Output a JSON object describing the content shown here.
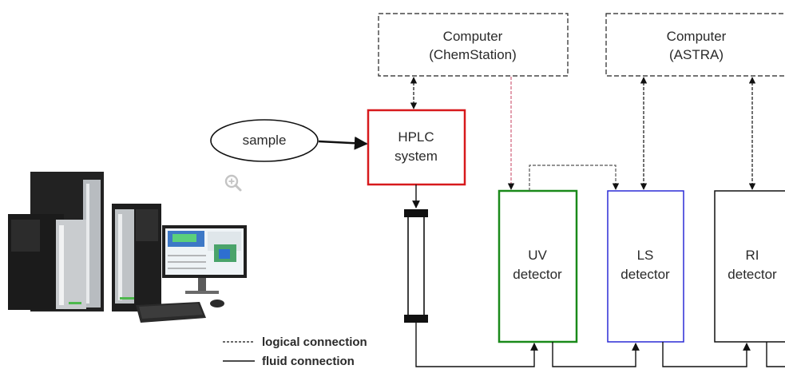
{
  "nodes": {
    "computer_chemstation": {
      "line1": "Computer",
      "line2": "(ChemStation)"
    },
    "computer_astra": {
      "line1": "Computer",
      "line2": "(ASTRA)"
    },
    "sample": {
      "label": "sample"
    },
    "hplc": {
      "line1": "HPLC",
      "line2": "system"
    },
    "uv": {
      "line1": "UV",
      "line2": "detector"
    },
    "ls": {
      "line1": "LS",
      "line2": "detector"
    },
    "ri": {
      "line1": "RI",
      "line2": "detector"
    }
  },
  "legend": {
    "logical": "logical connection",
    "fluid": "fluid connection"
  },
  "icons": {
    "zoom": "zoom-in-icon"
  },
  "colors": {
    "hplc_border": "#d7191c",
    "uv_border": "#1a8a1a",
    "ls_border": "#2b2bd6",
    "ri_border": "#000000",
    "chemstation_signal": "#d0607a"
  }
}
